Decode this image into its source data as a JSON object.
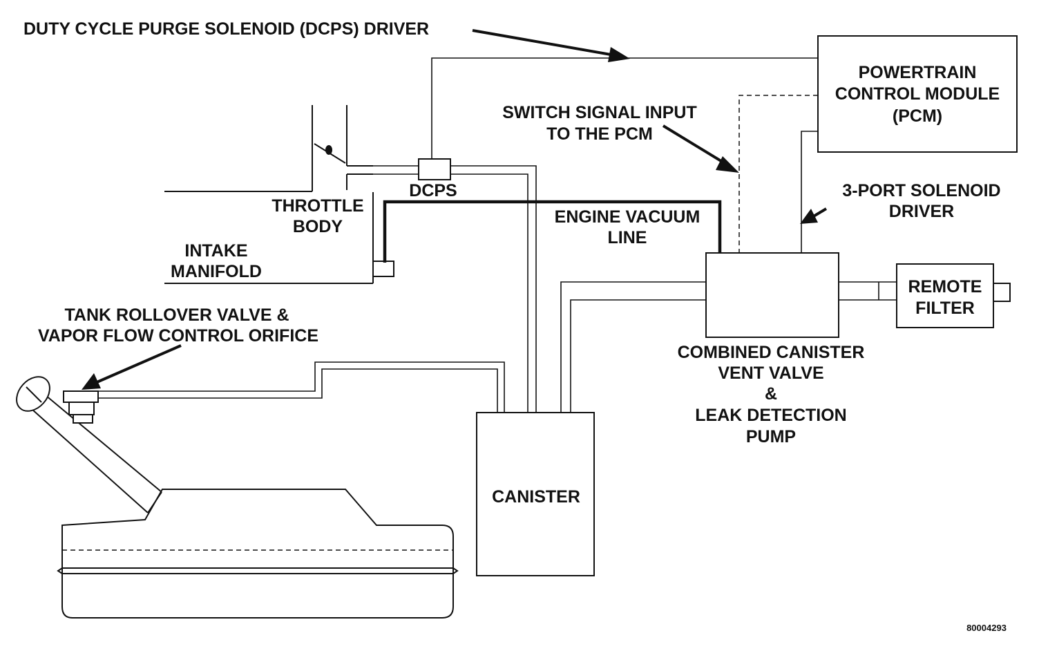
{
  "labels": {
    "dcps_driver": "DUTY CYCLE PURGE SOLENOID (DCPS) DRIVER",
    "pcm": [
      "POWERTRAIN",
      "CONTROL MODULE",
      "(PCM)"
    ],
    "switch_signal": [
      "SWITCH SIGNAL INPUT",
      "TO THE PCM"
    ],
    "throttle_body": [
      "THROTTLE",
      "BODY"
    ],
    "dcps": "DCPS",
    "intake_manifold": [
      "INTAKE",
      "MANIFOLD"
    ],
    "engine_vacuum": [
      "ENGINE VACUUM",
      "LINE"
    ],
    "solenoid_driver": [
      "3-PORT SOLENOID",
      "DRIVER"
    ],
    "remote_filter": [
      "REMOTE",
      "FILTER"
    ],
    "tank_rollover": [
      "TANK ROLLOVER VALVE &",
      "VAPOR FLOW CONTROL ORIFICE"
    ],
    "combined": [
      "COMBINED CANISTER",
      "VENT VALVE",
      "&",
      "LEAK DETECTION",
      "PUMP"
    ],
    "canister": "CANISTER",
    "figure_id": "80004293"
  }
}
